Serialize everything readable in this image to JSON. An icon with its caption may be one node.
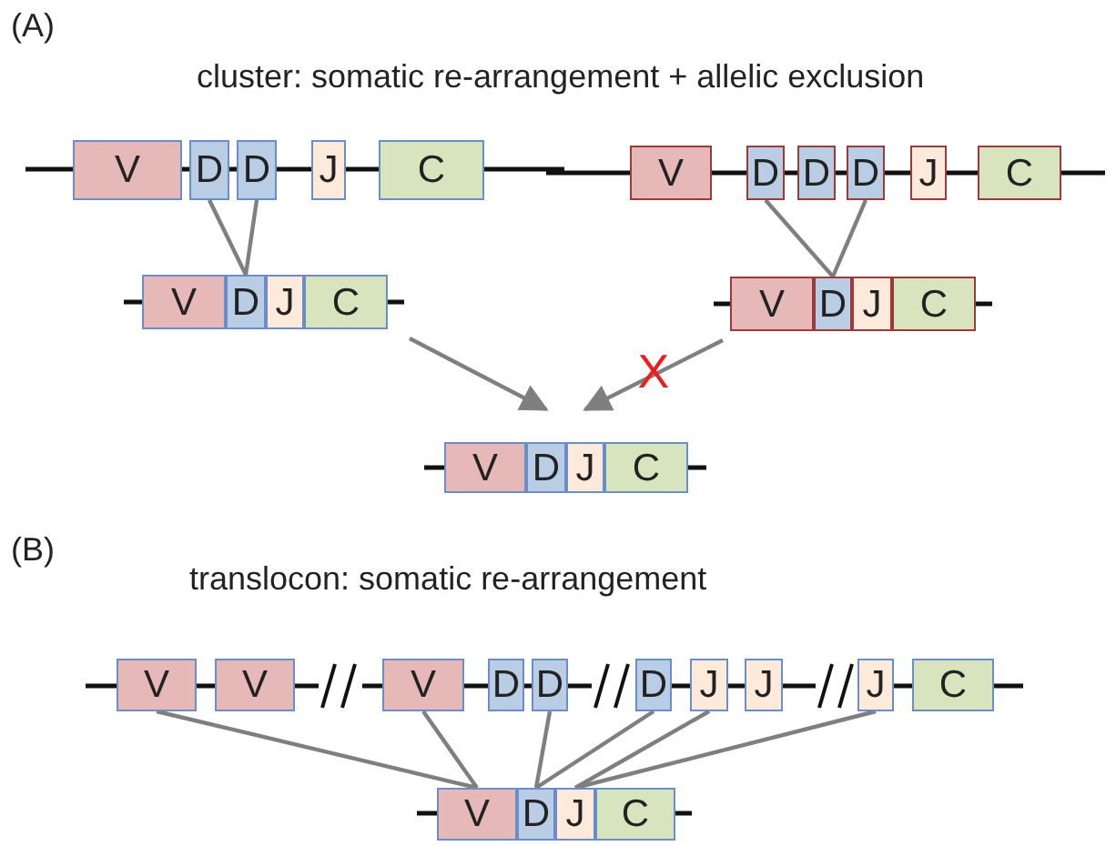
{
  "diagram": {
    "nodes": [
      {
        "text": [
          "V"
        ]
      },
      {
        "text": [
          "D"
        ]
      },
      {
        "text": [
          "D"
        ]
      },
      {
        "text": [
          "J"
        ]
      },
      {
        "text": [
          "C"
        ]
      },
      {
        "text": [
          "V"
        ]
      },
      {
        "text": [
          "D"
        ]
      },
      {
        "text": [
          "D"
        ]
      },
      {
        "text": [
          "D"
        ]
      },
      {
        "text": [
          "J"
        ]
      },
      {
        "text": [
          "C"
        ]
      },
      {
        "text": [
          "V"
        ]
      },
      {
        "text": [
          "D"
        ]
      },
      {
        "text": [
          "J"
        ]
      },
      {
        "text": [
          "C"
        ]
      },
      {
        "text": [
          "V"
        ]
      },
      {
        "text": [
          "D"
        ]
      },
      {
        "text": [
          "J"
        ]
      },
      {
        "text": [
          "C"
        ]
      },
      {
        "text": [
          "V"
        ]
      },
      {
        "text": [
          "D"
        ]
      },
      {
        "text": [
          "J"
        ]
      },
      {
        "text": [
          "C"
        ]
      },
      {
        "text": [
          "V"
        ]
      },
      {
        "text": [
          "V"
        ]
      },
      {
        "text": [
          "V"
        ]
      },
      {
        "text": [
          "D"
        ]
      },
      {
        "text": [
          "D"
        ]
      },
      {
        "text": [
          "D"
        ]
      },
      {
        "text": [
          "J"
        ]
      },
      {
        "text": [
          "J"
        ]
      },
      {
        "text": [
          "J"
        ]
      },
      {
        "text": [
          "C"
        ]
      },
      {
        "text": [
          "V"
        ]
      },
      {
        "text": [
          "D"
        ]
      },
      {
        "text": [
          "J"
        ]
      },
      {
        "text": [
          "C"
        ]
      }
    ],
    "edges": [
      {
        "from": 1,
        "to": 12,
        "arrow": "none"
      },
      {
        "from": 2,
        "to": 12,
        "arrow": "none"
      },
      {
        "from": 6,
        "to": 16,
        "arrow": "none"
      },
      {
        "from": 8,
        "to": 16,
        "arrow": "none"
      },
      {
        "from": 14,
        "to": 20,
        "arrow": "to"
      },
      {
        "from": 15,
        "to": 21,
        "arrow": "to"
      },
      {
        "from": 23,
        "to": 33,
        "arrow": "none"
      },
      {
        "from": 25,
        "to": 33,
        "arrow": "none"
      },
      {
        "from": 27,
        "to": 34,
        "arrow": "none"
      },
      {
        "from": 28,
        "to": 34,
        "arrow": "none"
      },
      {
        "from": 29,
        "to": 35,
        "arrow": "none"
      },
      {
        "from": 31,
        "to": 35,
        "arrow": "none"
      }
    ],
    "labels": [
      "(A)",
      "cluster: somatic re-arrangement + allelic exclusion",
      "X",
      "(B)",
      "translocon: somatic re-arrangement"
    ]
  }
}
